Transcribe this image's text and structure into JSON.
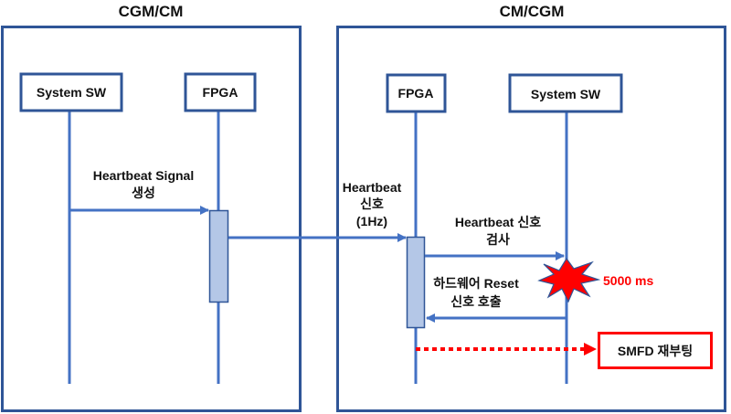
{
  "colors": {
    "frame": "#2F5597",
    "lifeline": "#4472C4",
    "activation_fill": "#B4C7E7",
    "alert": "#FF0000",
    "text": "#111111"
  },
  "left_module": {
    "title": "CGM/CM",
    "participants": [
      {
        "label": "System SW"
      },
      {
        "label": "FPGA"
      }
    ],
    "message": {
      "line1": "Heartbeat Signal",
      "line2": "생성"
    }
  },
  "right_module": {
    "title": "CM/CGM",
    "participants": [
      {
        "label": "FPGA"
      },
      {
        "label": "System SW"
      }
    ]
  },
  "messages": {
    "cross_signal": {
      "line1": "Heartbeat",
      "line2": "신호",
      "line3": "(1Hz)"
    },
    "check": {
      "line1": "Heartbeat 신호",
      "line2": "검사"
    },
    "reset": {
      "line1": "하드웨어 Reset",
      "line2": "신호 호출"
    },
    "timeout": {
      "label": "5000 ms",
      "icon": "explosion-icon"
    },
    "reboot": {
      "label": "SMFD 재부팅"
    }
  }
}
